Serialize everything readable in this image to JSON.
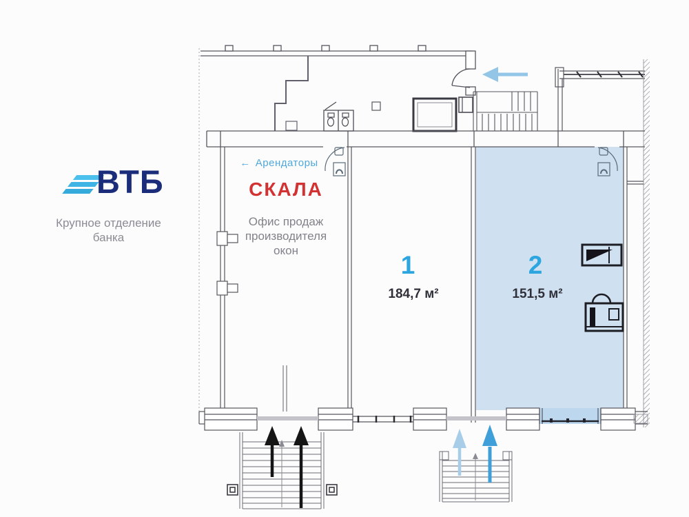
{
  "branding": {
    "logo_text": "ВТБ",
    "caption_line1": "Крупное отделение",
    "caption_line2": "банка",
    "logo_text_color": "#1b2d7a",
    "logo_stripe_color": "#3db4e4"
  },
  "plan": {
    "tenants_arrow": "←",
    "tenants_label": "Арендаторы",
    "tenant_name": "СКАЛА",
    "tenant_desc_line1": "Офис продаж",
    "tenant_desc_line2": "производителя",
    "tenant_desc_line3": "окон",
    "unit1": {
      "number": "1",
      "area": "184,7 м²"
    },
    "unit2": {
      "number": "2",
      "area": "151,5 м²"
    },
    "colors": {
      "unit2_fill": "#cfe0f0",
      "bay_window_fill": "#bdd8ee",
      "wall_line": "#55555e",
      "accent_number_blue": "#2da5de",
      "tenant_name_red": "#d23231",
      "muted_text_gray": "#82828a",
      "tenants_label_blue": "#4fa8db",
      "entry_arrow_dark_blue": "#3f9fd8",
      "entry_arrow_light_blue": "#a7cde9",
      "entry_arrow_black": "#151515"
    }
  }
}
